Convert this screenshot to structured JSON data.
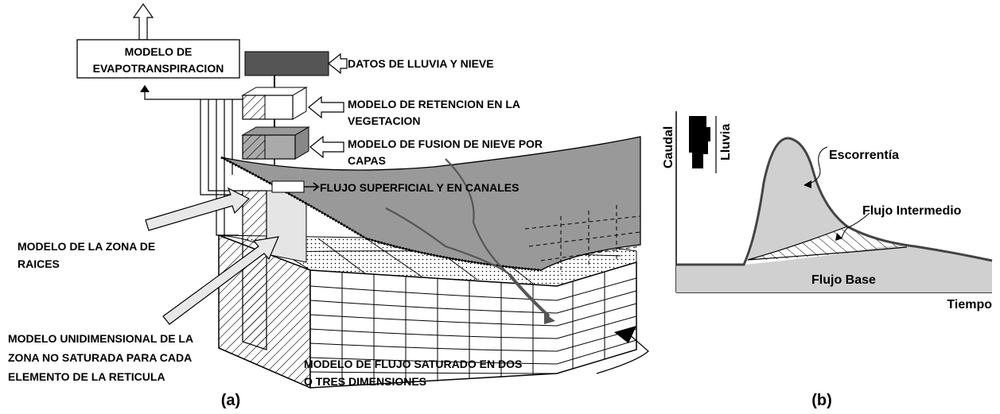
{
  "panel_a": {
    "caption": "(a)",
    "evapo_box": {
      "line1": "MODELO DE",
      "line2": "EVAPOTRANSPIRACION"
    },
    "rain_snow": "DATOS DE LLUVIA Y NIEVE",
    "retention": {
      "line1": "MODELO DE RETENCION EN LA",
      "line2": "VEGETACION"
    },
    "snowmelt": {
      "line1": "MODELO DE FUSION DE NIEVE POR",
      "line2": "CAPAS"
    },
    "surface_flow": "FLUJO SUPERFICIAL Y EN CANALES",
    "root_zone": {
      "line1": "MODELO DE LA ZONA DE",
      "line2": "RAICES"
    },
    "unsaturated": {
      "line1": "MODELO UNIDIMENSIONAL DE LA",
      "line2": "ZONA NO SATURADA PARA CADA",
      "line3": "ELEMENTO DE LA RETICULA"
    },
    "saturated": {
      "line1": "MODELO DE FLUJO SATURADO EN  DOS",
      "line2": "O TRES DIMENSIONES"
    }
  },
  "panel_b": {
    "caption": "(b)",
    "y_label": "Caudal",
    "rain_label": "Lluvia",
    "x_label": "Tiempo",
    "runoff": "Escorrentía",
    "interflow": "Flujo Intermedio",
    "baseflow": "Flujo Base"
  }
}
